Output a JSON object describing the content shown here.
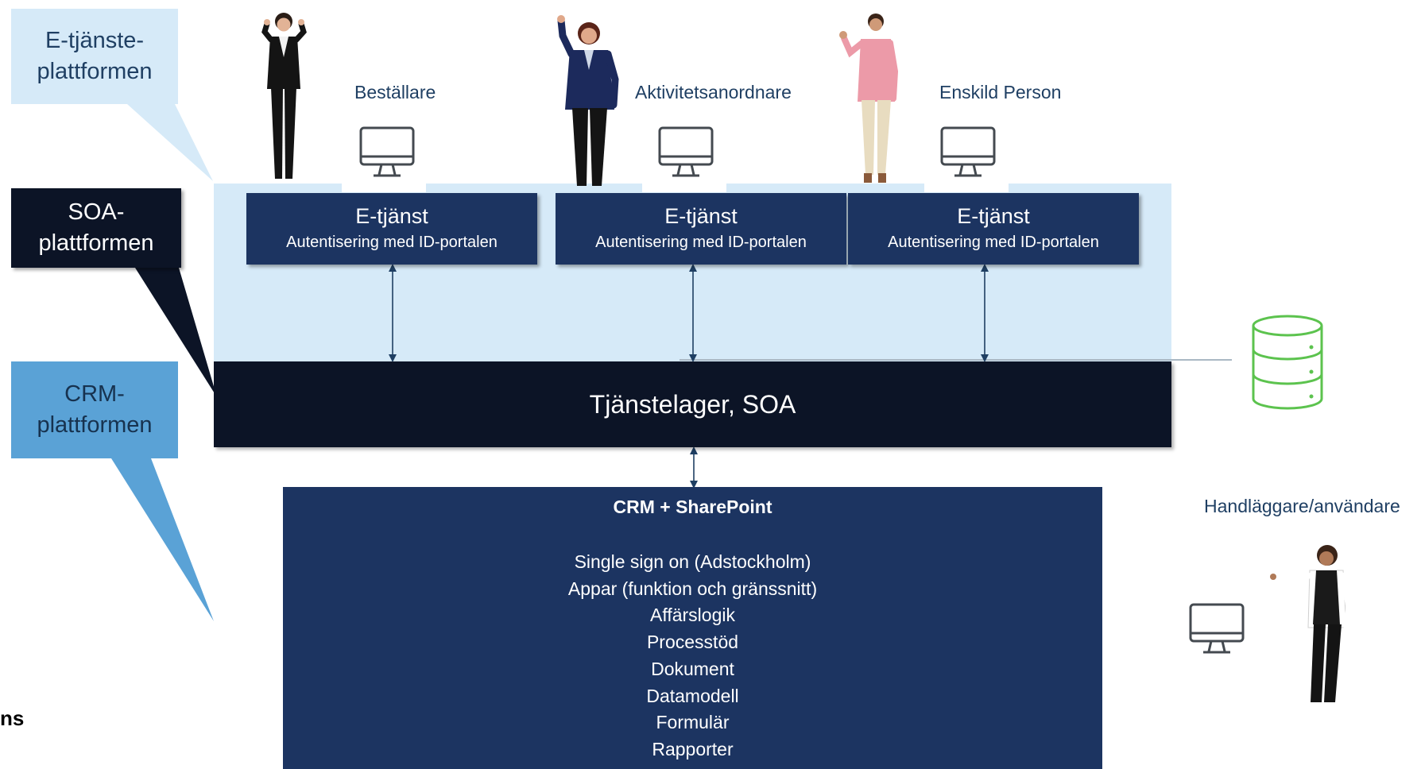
{
  "callouts": {
    "etjanst": "E-tjänste-\nplattformen",
    "soa": "SOA-\nplattformen",
    "crm": "CRM-\nplattformen"
  },
  "roles": [
    "Beställare",
    "Aktivitetsanordnare",
    "Enskild Person"
  ],
  "case_worker": "Handläggare/användare",
  "services": [
    {
      "title": "E-tjänst",
      "subtitle": "Autentisering med ID-portalen"
    },
    {
      "title": "E-tjänst",
      "subtitle": "Autentisering med ID-portalen"
    },
    {
      "title": "E-tjänst",
      "subtitle": "Autentisering med ID-portalen"
    }
  ],
  "service_layer": "Tjänstelager, SOA",
  "crm": {
    "title": "CRM + SharePoint",
    "features": [
      "Single sign on (Adstockholm)",
      "Appar (funktion och gränssnitt)",
      "Affärslogik",
      "Processtöd",
      "Dokument",
      "Datamodell",
      "Formulär",
      "Rapporter"
    ]
  },
  "edge_text": "ns",
  "colors": {
    "light_blue": "#d6eaf8",
    "navy": "#1c3461",
    "dark": "#0c1426",
    "mid_blue": "#5aa2d6",
    "database_green": "#5cc34e"
  },
  "icons": [
    "monitor-icon",
    "database-icon",
    "microsoft-logo-icon",
    "person-figure"
  ]
}
